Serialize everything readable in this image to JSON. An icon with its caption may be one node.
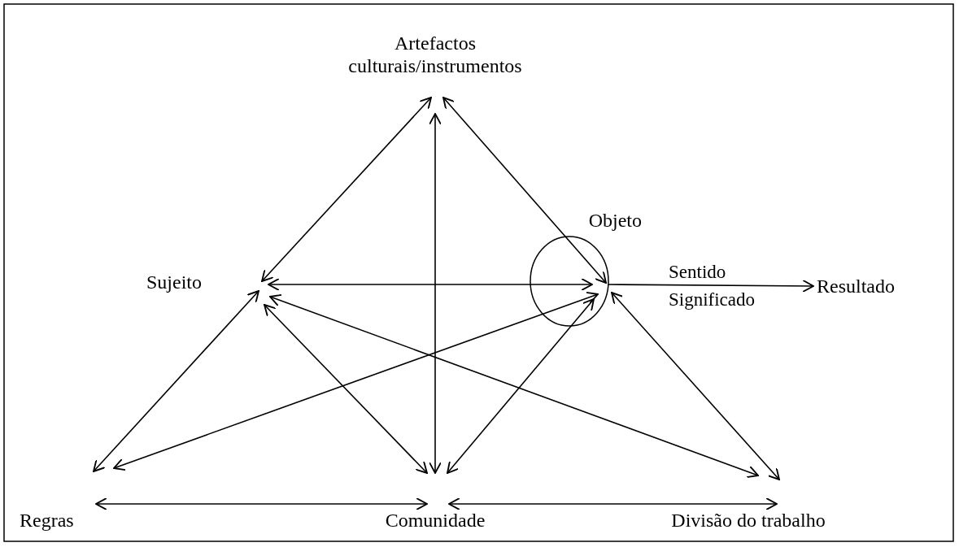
{
  "diagram": {
    "nodes": [
      {
        "text": [
          "Artefactos culturais/instrumentos"
        ]
      },
      {
        "text": [
          "Objeto"
        ]
      },
      {
        "text": [
          "Sujeito"
        ]
      },
      {
        "text": [
          "Resultado"
        ]
      },
      {
        "text": [
          "Regras"
        ]
      },
      {
        "text": [
          "Comunidade"
        ]
      },
      {
        "text": [
          "Divisão do trabalho"
        ]
      }
    ],
    "edges": [
      {
        "from": 0,
        "to": 2,
        "arrow": "both"
      },
      {
        "from": 0,
        "to": 1,
        "arrow": "both"
      },
      {
        "from": 0,
        "to": 5,
        "arrow": "both"
      },
      {
        "from": 2,
        "to": 1,
        "arrow": "both"
      },
      {
        "from": 1,
        "to": 3,
        "arrow": "to",
        "label": "Sentido Significado"
      },
      {
        "from": 2,
        "to": 4,
        "arrow": "both"
      },
      {
        "from": 4,
        "to": 1,
        "arrow": "both"
      },
      {
        "from": 2,
        "to": 5,
        "arrow": "both"
      },
      {
        "from": 2,
        "to": 6,
        "arrow": "both"
      },
      {
        "from": 1,
        "to": 5,
        "arrow": "both"
      },
      {
        "from": 1,
        "to": 6,
        "arrow": "both"
      },
      {
        "from": 4,
        "to": 5,
        "arrow": "both"
      },
      {
        "from": 5,
        "to": 6,
        "arrow": "both"
      }
    ]
  }
}
